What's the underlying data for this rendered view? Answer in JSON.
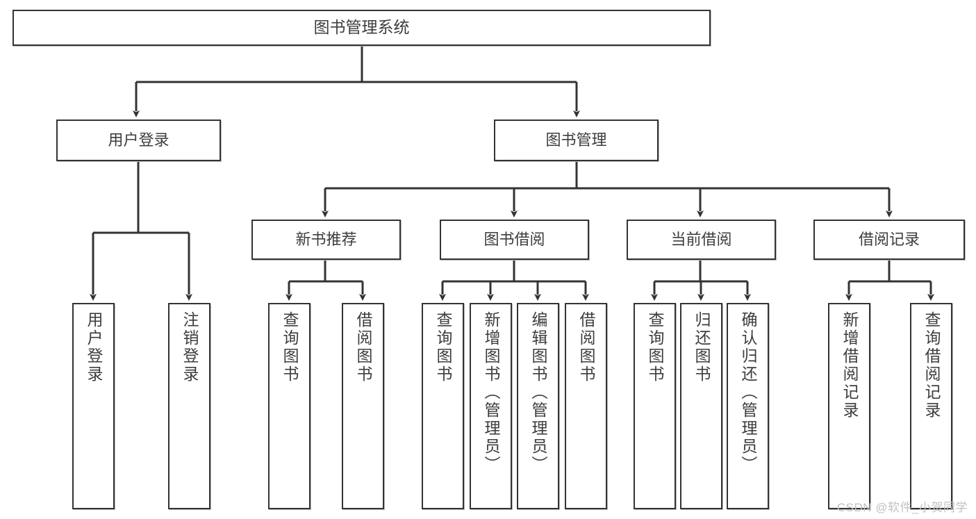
{
  "diagram": {
    "title": "图书管理系统",
    "type": "tree",
    "colors": {
      "background": "#ffffff",
      "node_border": "#333333",
      "node_fill": "#ffffff",
      "text": "#3d3d3d",
      "connector": "#333333",
      "watermark": "#c2c2c2"
    },
    "root": {
      "label": "图书管理系统"
    },
    "level2": [
      {
        "label": "用户登录"
      },
      {
        "label": "图书管理"
      }
    ],
    "level3": [
      {
        "label": "新书推荐"
      },
      {
        "label": "图书借阅"
      },
      {
        "label": "当前借阅"
      },
      {
        "label": "借阅记录"
      }
    ],
    "leaves": {
      "user_login": [
        {
          "label": "用户登录"
        },
        {
          "label": "注销登录"
        }
      ],
      "new_book": [
        {
          "label": "查询图书"
        },
        {
          "label": "借阅图书"
        }
      ],
      "book_borrow": [
        {
          "label": "查询图书"
        },
        {
          "label": "新增图书（管理员）"
        },
        {
          "label": "编辑图书（管理员）"
        },
        {
          "label": "借阅图书"
        }
      ],
      "current_borrow": [
        {
          "label": "查询图书"
        },
        {
          "label": "归还图书"
        },
        {
          "label": "确认归还（管理员）"
        }
      ],
      "borrow_record": [
        {
          "label": "新增借阅记录"
        },
        {
          "label": "查询借阅记录"
        }
      ]
    }
  },
  "watermark": {
    "text": "CSDN @软件_小贺同学"
  }
}
